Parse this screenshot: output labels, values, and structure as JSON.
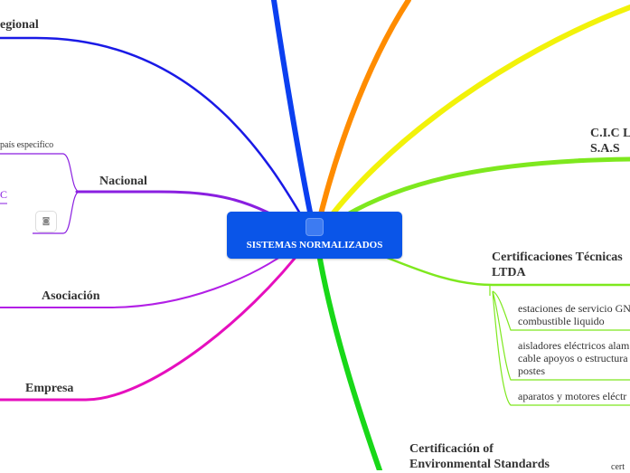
{
  "central": {
    "label": "SISTEMAS NORMALIZADOS"
  },
  "branches": {
    "regional": "egional",
    "nacional": "Nacional",
    "asociacion": "Asociación",
    "empresa": "Empresa",
    "cic": "C.I.C L\nS.A.S",
    "certificaciones_tecnicas": "Certificaciones Técnicas\nLTDA",
    "certificacion_environmental": "Certificación of\nEnvironmental Standards"
  },
  "nacional_children": {
    "pais": "país especifico",
    "c_fragment": "C"
  },
  "certificaciones_children": [
    "estaciones de servicio GN\ncombustible liquido",
    "aisladores eléctricos alam\ncable apoyos o estructura\npostes",
    "aparatos y motores eléctr"
  ],
  "edge_text": {
    "cert": "cert"
  },
  "icons": {
    "camera": "camera-icon",
    "central": "image-icon"
  },
  "colors": {
    "central_bg": "#0a55e8",
    "blue": "#0b3ff0",
    "dark_blue": "#1a1ae6",
    "orange": "#ff8c00",
    "yellow": "#f2f20a",
    "lime": "#7ee81e",
    "green": "#18d818",
    "violet": "#8a1fe0",
    "purple": "#b21fe6",
    "magenta": "#e60fbe"
  }
}
